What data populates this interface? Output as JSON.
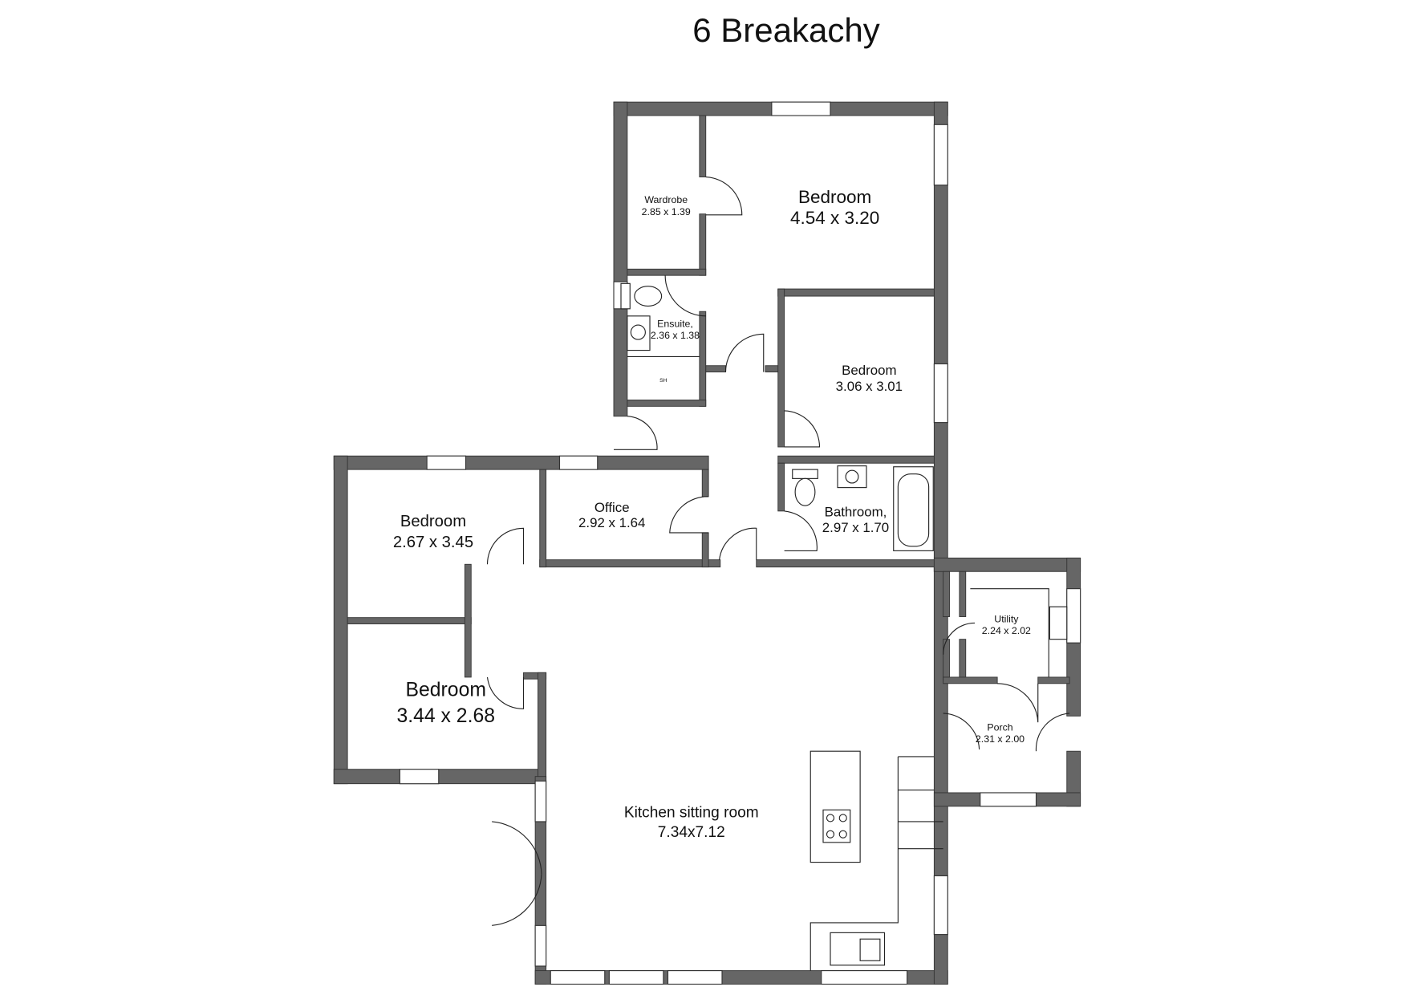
{
  "title": "6 Breakachy",
  "rooms": {
    "master_bedroom": {
      "name": "Bedroom",
      "size": "4.54 x 3.20"
    },
    "wardrobe": {
      "name": "Wardrobe",
      "size": "2.85 x 1.39"
    },
    "ensuite": {
      "name": "Ensuite,",
      "size": "2.36 x 1.38",
      "shower_label": "SH"
    },
    "bedroom_2": {
      "name": "Bedroom",
      "size": "3.06 x 3.01"
    },
    "bathroom": {
      "name": "Bathroom,",
      "size": "2.97 x 1.70"
    },
    "office": {
      "name": "Office",
      "size": "2.92 x 1.64"
    },
    "bedroom_3": {
      "name": "Bedroom",
      "size": "2.67 x 3.45"
    },
    "bedroom_4": {
      "name": "Bedroom",
      "size": "3.44 x 2.68"
    },
    "utility": {
      "name": "Utility",
      "size": "2.24 x 2.02"
    },
    "porch": {
      "name": "Porch",
      "size": "2.31 x 2.00"
    },
    "kitchen": {
      "name": "Kitchen sitting room",
      "size": "7.34x7.12"
    }
  },
  "colors": {
    "wall": "#666666",
    "background": "#ffffff"
  }
}
